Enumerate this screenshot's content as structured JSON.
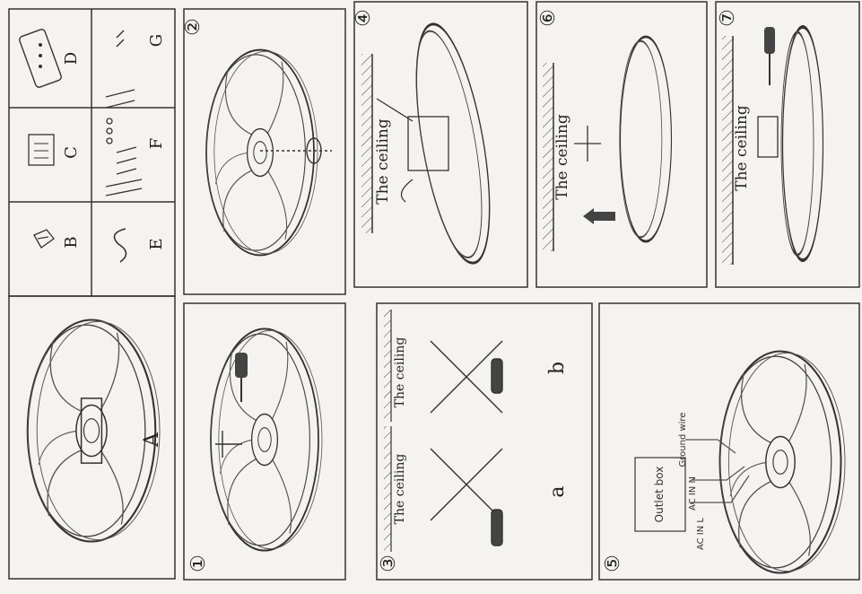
{
  "parts": {
    "A": "A",
    "B": "B",
    "C": "C",
    "D": "D",
    "E": "E",
    "F": "F",
    "G": "G"
  },
  "steps": {
    "s1": "①",
    "s2": "②",
    "s3": "③",
    "s4": "④",
    "s5": "⑤",
    "s6": "⑥",
    "s7": "⑦"
  },
  "labels": {
    "ceiling": "The ceiling",
    "sub_a": "a",
    "sub_b": "b",
    "outlet_box": "Outlet box",
    "ground_wire": "Ground wire",
    "ac_in_n": "AC IN N",
    "ac_in_l": "AC IN L"
  }
}
